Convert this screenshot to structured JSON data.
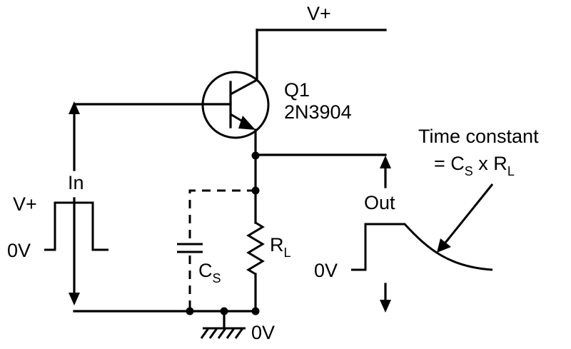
{
  "labels": {
    "supply_top": "V+",
    "transistor_ref": "Q1",
    "transistor_part": "2N3904",
    "time_constant_line1": "Time constant",
    "time_constant_eq": "= C",
    "time_constant_cs_sub": "S",
    "time_constant_x": " x R",
    "time_constant_rl_sub": "L",
    "input": "In",
    "input_high": "V+",
    "input_low": "0V",
    "output": "Out",
    "output_low": "0V",
    "capacitor": "C",
    "capacitor_sub": "S",
    "resistor": "R",
    "resistor_sub": "L",
    "ground": "0V"
  },
  "components": {
    "capacitor_connection": "dashed"
  }
}
